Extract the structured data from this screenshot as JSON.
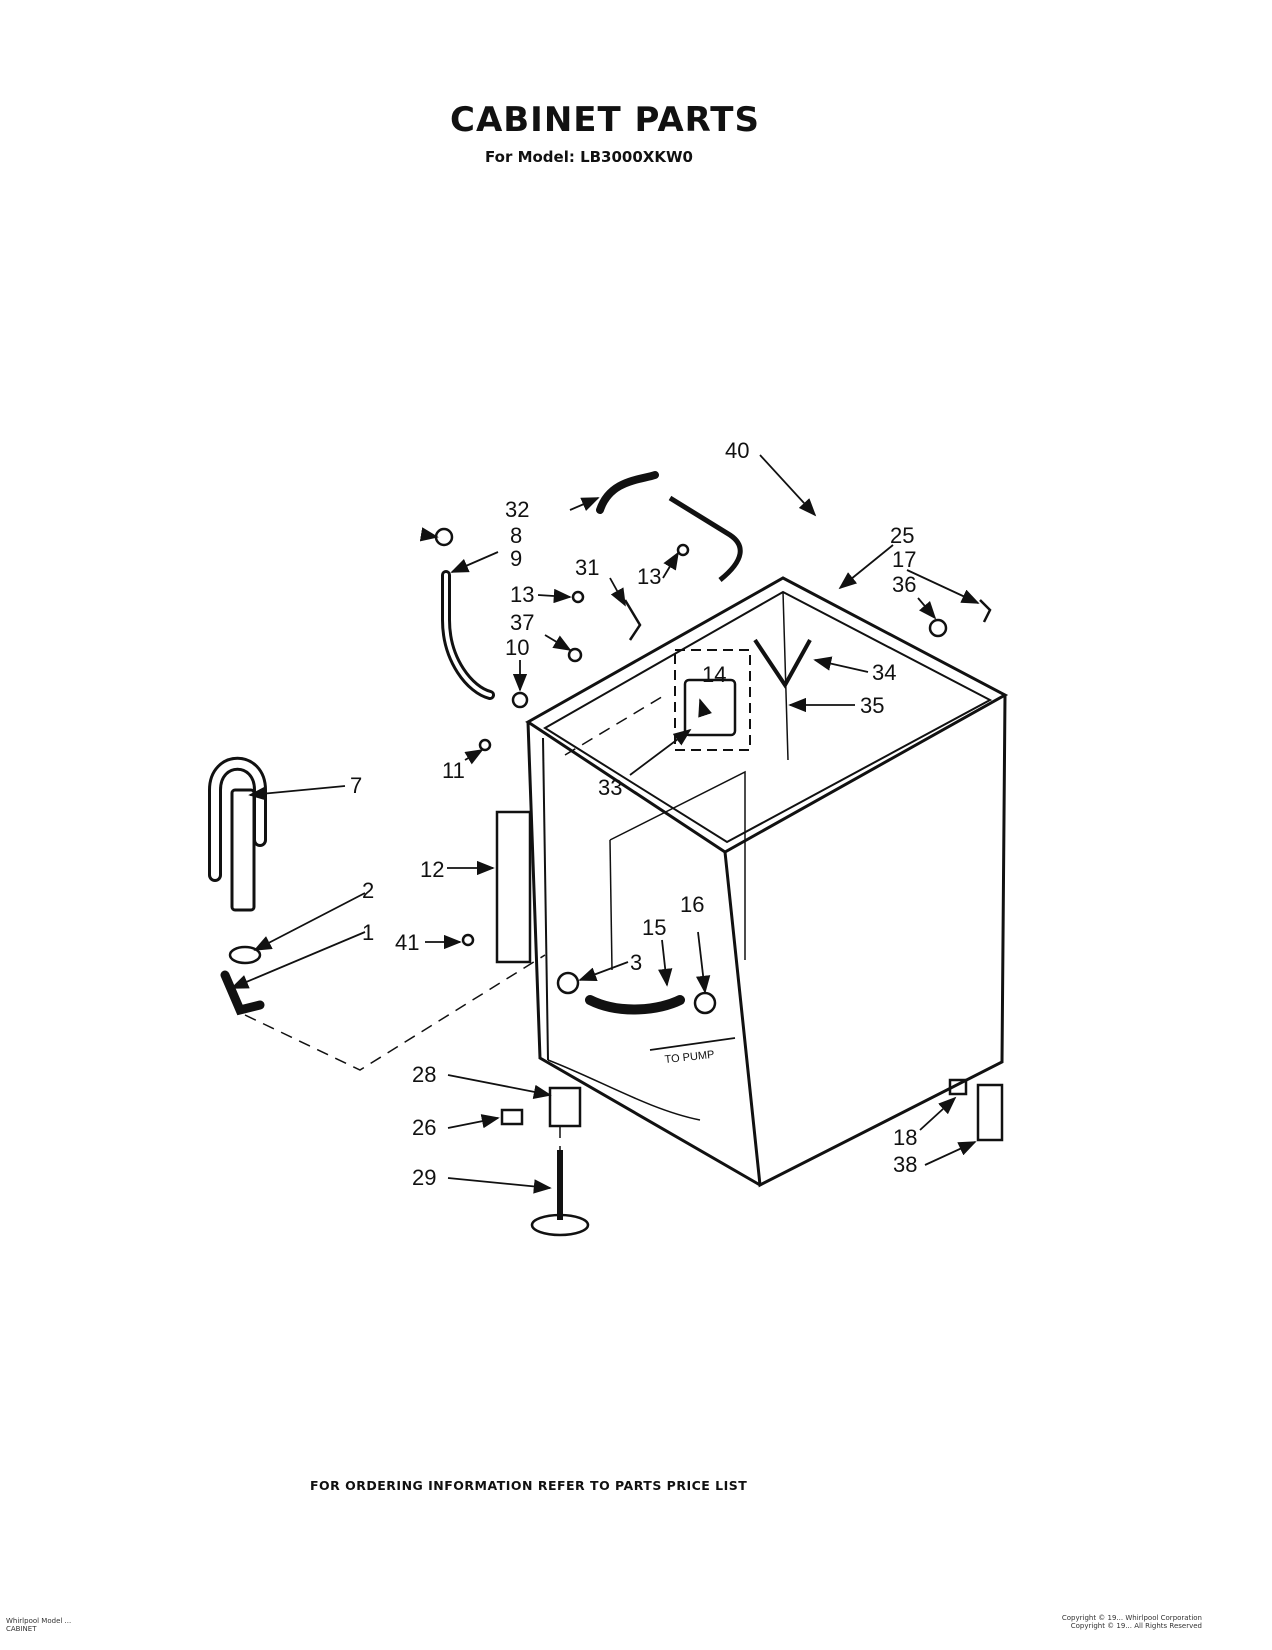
{
  "header": {
    "title": "CABINET PARTS",
    "subtitle": "For Model: LB3000XKW0"
  },
  "diagram": {
    "callouts": [
      "1",
      "2",
      "3",
      "7",
      "8",
      "9",
      "10",
      "11",
      "12",
      "13",
      "13",
      "14",
      "15",
      "16",
      "17",
      "18",
      "25",
      "26",
      "28",
      "29",
      "31",
      "32",
      "33",
      "34",
      "35",
      "36",
      "37",
      "38",
      "40",
      "41"
    ],
    "annotation": "TO PUMP"
  },
  "footer": {
    "note": "FOR ORDERING INFORMATION REFER TO PARTS PRICE LIST",
    "left_1": "Whirlpool Model ...",
    "left_2": "CABINET",
    "right_1": "Copyright © 19... Whirlpool Corporation",
    "right_2": "Copyright © 19... All Rights Reserved"
  }
}
